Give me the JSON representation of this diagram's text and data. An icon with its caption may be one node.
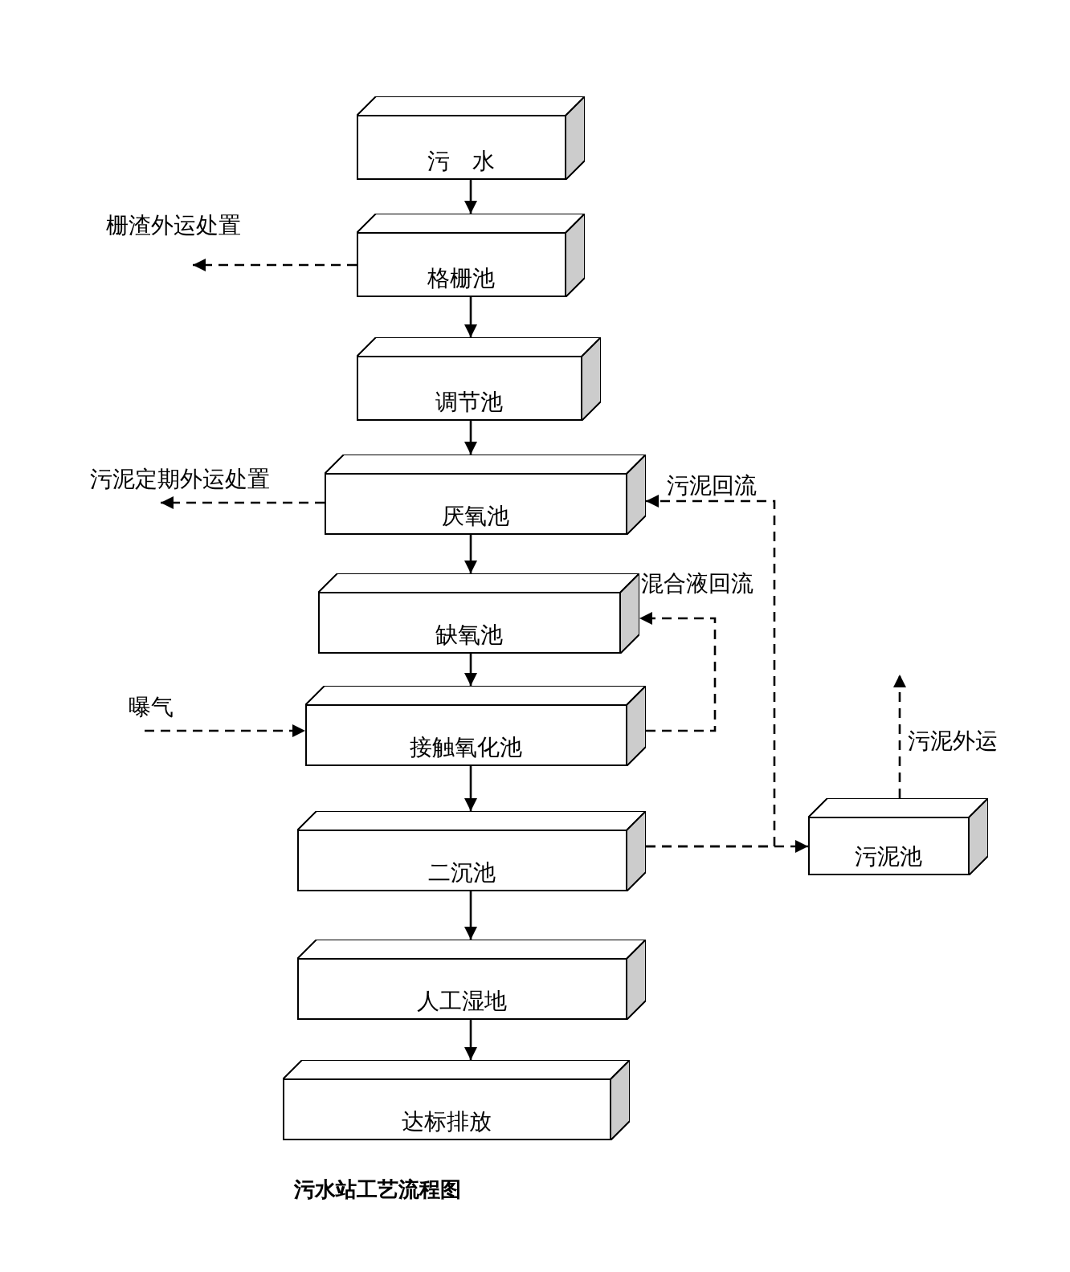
{
  "diagram": {
    "caption": "污水站工艺流程图",
    "nodes": [
      {
        "text": [
          "污　水"
        ]
      },
      {
        "text": [
          "格栅池"
        ]
      },
      {
        "text": [
          "调节池"
        ]
      },
      {
        "text": [
          "厌氧池"
        ]
      },
      {
        "text": [
          "缺氧池"
        ]
      },
      {
        "text": [
          "接触氧化池"
        ]
      },
      {
        "text": [
          "二沉池"
        ]
      },
      {
        "text": [
          "人工湿地"
        ]
      },
      {
        "text": [
          "达标排放"
        ]
      },
      {
        "text": [
          "污泥池"
        ]
      }
    ],
    "edges": [
      {
        "from": 0,
        "to": 1,
        "arrow": "to"
      },
      {
        "from": 1,
        "to": null,
        "arrow": "to",
        "style": "dashed",
        "label": "栅渣外运处置"
      },
      {
        "from": 1,
        "to": 2,
        "arrow": "to"
      },
      {
        "from": 2,
        "to": 3,
        "arrow": "to"
      },
      {
        "from": 3,
        "to": null,
        "arrow": "to",
        "style": "dashed",
        "label": "污泥定期外运处置"
      },
      {
        "from": 3,
        "to": 4,
        "arrow": "to"
      },
      {
        "from": null,
        "to": 5,
        "arrow": "to",
        "style": "dashed",
        "label": "曝气"
      },
      {
        "from": 4,
        "to": 5,
        "arrow": "to"
      },
      {
        "from": 5,
        "to": 4,
        "arrow": "to",
        "style": "dashed",
        "label": "混合液回流"
      },
      {
        "from": 5,
        "to": 6,
        "arrow": "to"
      },
      {
        "from": 6,
        "to": 3,
        "arrow": "to",
        "style": "dashed",
        "label": "污泥回流"
      },
      {
        "from": 6,
        "to": 9,
        "arrow": "to",
        "style": "dashed"
      },
      {
        "from": 6,
        "to": 7,
        "arrow": "to"
      },
      {
        "from": 7,
        "to": 8,
        "arrow": "to"
      },
      {
        "from": 9,
        "to": null,
        "arrow": "to",
        "style": "dashed",
        "label": "污泥外运"
      }
    ]
  }
}
